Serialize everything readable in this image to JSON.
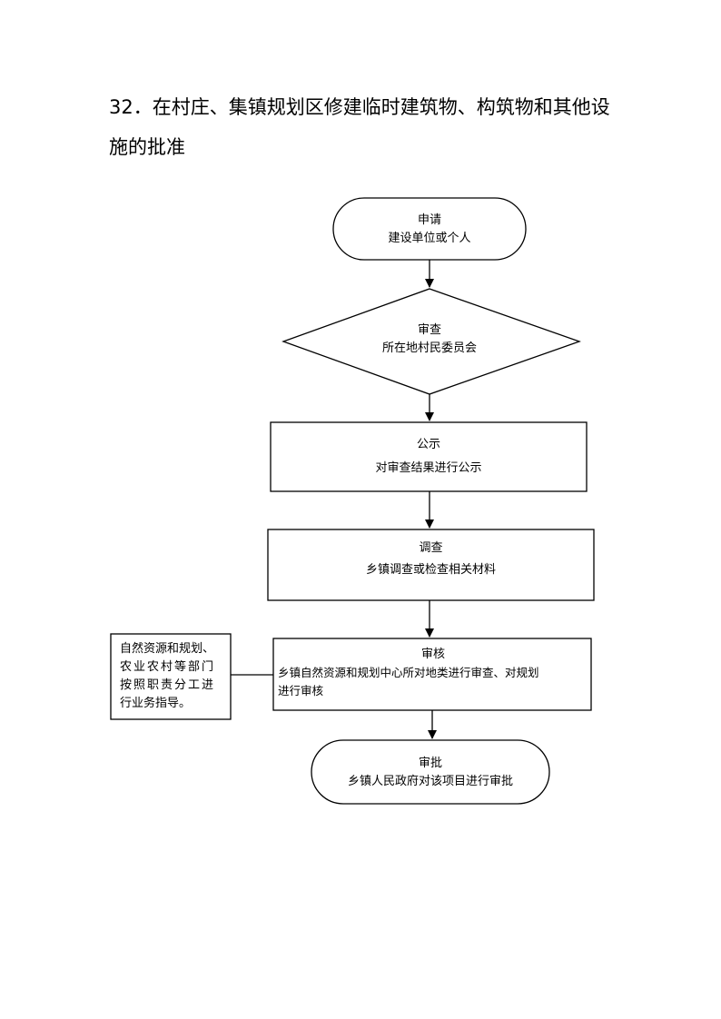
{
  "page": {
    "title_line1": "32．在村庄、集镇规划区修建临时建筑物、构筑物和其他设",
    "title_line2": "施的批准"
  },
  "flow": {
    "start": {
      "title": "申请",
      "detail": "建设单位或个人"
    },
    "review_village": {
      "title": "审查",
      "detail": "所在地村民委员会"
    },
    "publicity": {
      "title": "公示",
      "detail": "对审查结果进行公示"
    },
    "investigation": {
      "title": "调查",
      "detail": "乡镇调查或检查相关材料"
    },
    "audit": {
      "title": "审核",
      "detail_line1": "乡镇自然资源和规划中心所对地类进行审查、对规划",
      "detail_line2": "进行审核"
    },
    "approval": {
      "title": "审批",
      "detail": "乡镇人民政府对该项目进行审批"
    }
  },
  "side_note": {
    "line1": "自然资源和规划、",
    "line2": "农业农村等部门",
    "line3": "按照职责分工进",
    "line4": "行业务指导。"
  }
}
